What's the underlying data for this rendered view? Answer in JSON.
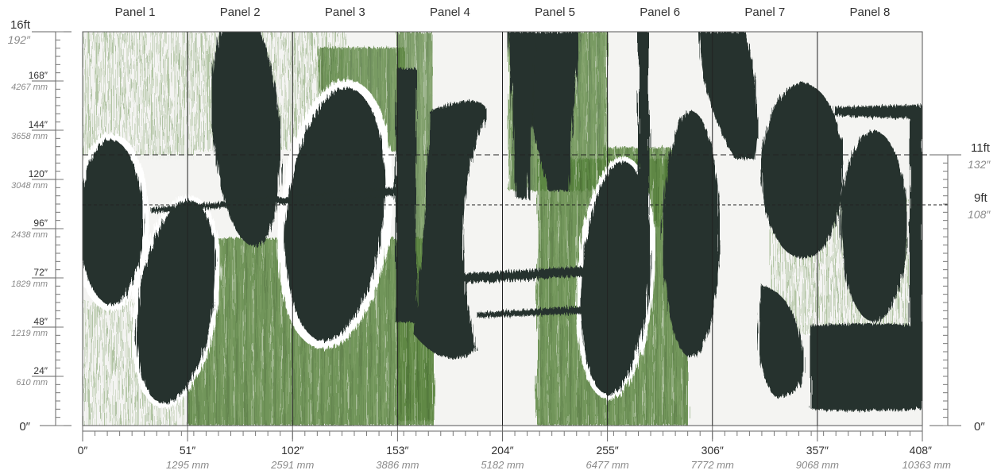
{
  "panels": [
    "Panel 1",
    "Panel 2",
    "Panel 3",
    "Panel 4",
    "Panel 5",
    "Panel 6",
    "Panel 7",
    "Panel 8"
  ],
  "left_ruler": {
    "top_label": "16ft",
    "top_sub": "192″",
    "bottom_label": "0″",
    "ticks": [
      {
        "inches": "168″",
        "mm": "4267 mm"
      },
      {
        "inches": "144″",
        "mm": "3658 mm"
      },
      {
        "inches": "120″",
        "mm": "3048 mm"
      },
      {
        "inches": "96″",
        "mm": "2438 mm"
      },
      {
        "inches": "72″",
        "mm": "1829 mm"
      },
      {
        "inches": "48″",
        "mm": "1219 mm"
      },
      {
        "inches": "24″",
        "mm": "610 mm"
      }
    ]
  },
  "right_ruler": {
    "markers": [
      {
        "label": "11ft",
        "sub": "132″"
      },
      {
        "label": "9ft",
        "sub": "108″"
      }
    ],
    "bottom_label": "0″"
  },
  "bottom_ruler": {
    "ticks": [
      {
        "inches": "0″",
        "mm": ""
      },
      {
        "inches": "51″",
        "mm": "1295 mm"
      },
      {
        "inches": "102″",
        "mm": "2591 mm"
      },
      {
        "inches": "153″",
        "mm": "3886 mm"
      },
      {
        "inches": "204″",
        "mm": "5182 mm"
      },
      {
        "inches": "255″",
        "mm": "6477 mm"
      },
      {
        "inches": "306″",
        "mm": "7772 mm"
      },
      {
        "inches": "357″",
        "mm": "9068 mm"
      },
      {
        "inches": "408″",
        "mm": "10363 mm"
      }
    ]
  },
  "colors": {
    "ink": "#27332d",
    "green": "#4f7a37",
    "canvas": "#f4f4f2",
    "frame": "#555555"
  }
}
